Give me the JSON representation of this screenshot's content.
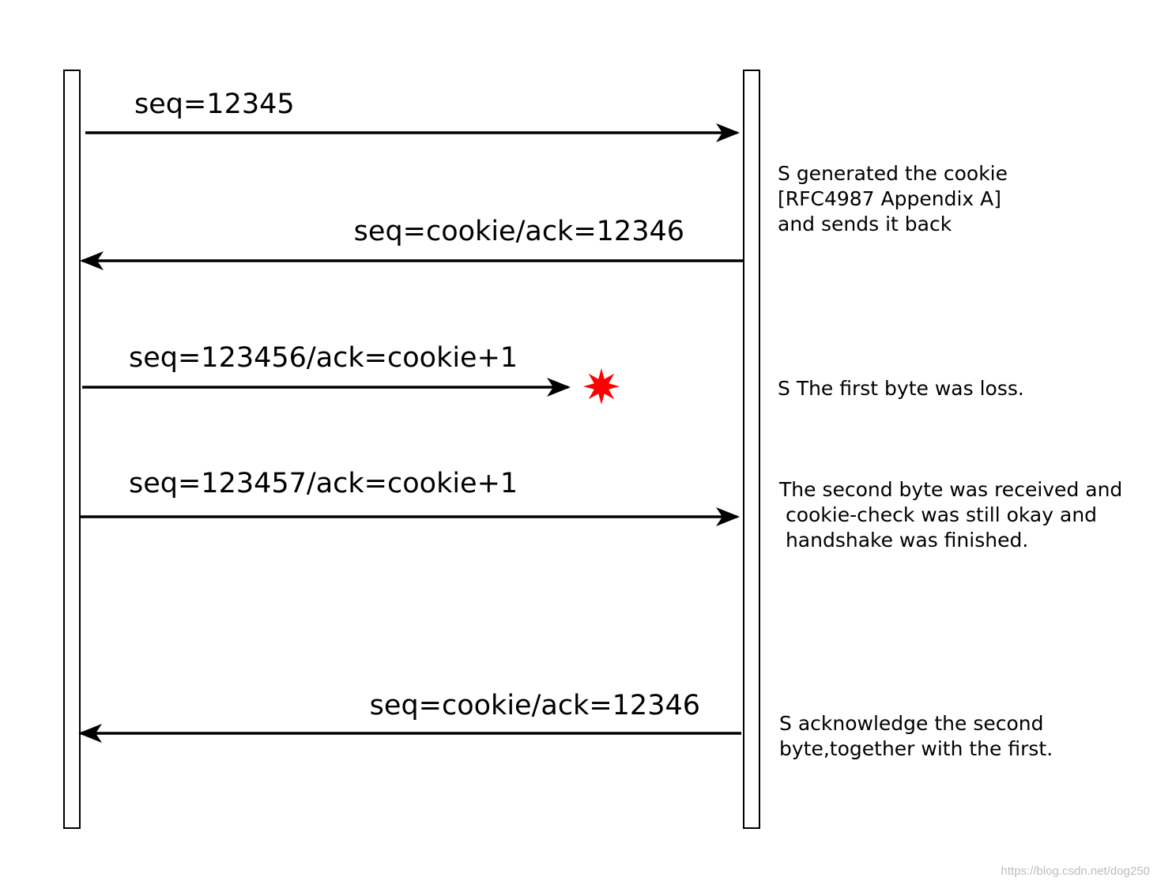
{
  "colors": {
    "line": "#000000",
    "lifeline_fill": "#ffffff",
    "loss_marker": "#ff0000",
    "watermark": "#bdbdbd"
  },
  "messages": [
    {
      "label": "seq=12345",
      "direction": "right",
      "lost": false
    },
    {
      "label": "seq=cookie/ack=12346",
      "direction": "left",
      "lost": false
    },
    {
      "label": "seq=123456/ack=cookie+1",
      "direction": "right",
      "lost": true
    },
    {
      "label": "seq=123457/ack=cookie+1",
      "direction": "right",
      "lost": false
    },
    {
      "label": "seq=cookie/ack=12346",
      "direction": "left",
      "lost": false
    }
  ],
  "notes": [
    {
      "lines": [
        "S generated the cookie",
        "[RFC4987 Appendix A]",
        "and sends it back"
      ]
    },
    {
      "lines": [
        "S The first byte was loss."
      ]
    },
    {
      "lines": [
        "The second byte was received and",
        " cookie-check was still okay and",
        " handshake was finished."
      ]
    },
    {
      "lines": [
        "S acknowledge the second",
        "byte,together with the first."
      ]
    }
  ],
  "loss_marker_icon": "red-burst-icon",
  "watermark": "https://blog.csdn.net/dog250"
}
